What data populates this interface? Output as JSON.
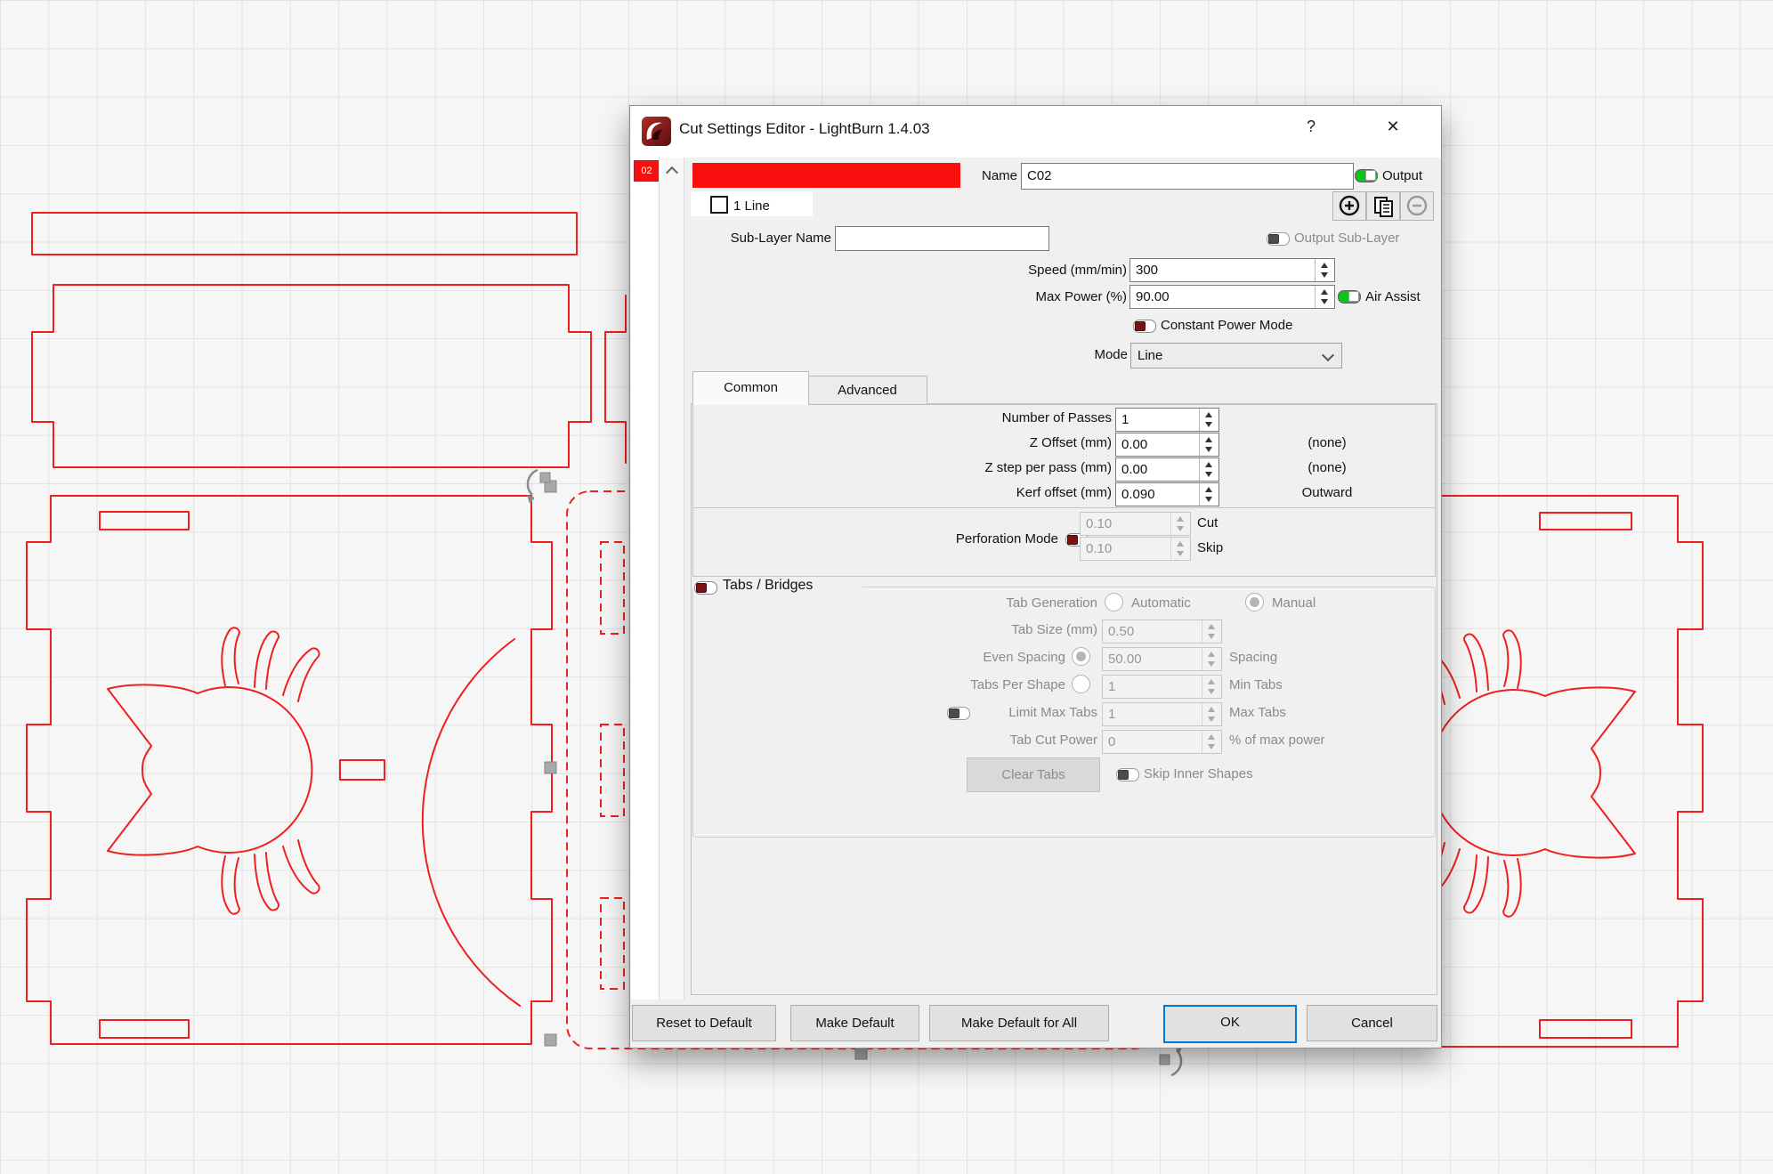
{
  "colors": {
    "layer_red": "#fb0e0e",
    "outline_red": "#f01f1f",
    "toggle_on_green": "#0fc31b",
    "toggle_off_red": "#7a1114",
    "focus_blue": "#0078d7"
  },
  "window": {
    "title": "Cut Settings Editor - LightBurn 1.4.03",
    "help_glyph": "?",
    "close_glyph": "✕"
  },
  "layers": {
    "swatch_label": "02"
  },
  "header": {
    "name_label": "Name",
    "name_value": "C02",
    "output_label": "Output",
    "list_item_label": "1 Line",
    "sublayer_name_label": "Sub-Layer Name",
    "sublayer_name_value": "",
    "output_sublayer_label": "Output Sub-Layer"
  },
  "params": {
    "speed_label": "Speed (mm/min)",
    "speed_value": "300",
    "max_power_label": "Max Power (%)",
    "max_power_value": "90.00",
    "air_assist_label": "Air Assist",
    "constant_power_label": "Constant Power Mode",
    "mode_label": "Mode",
    "mode_value": "Line"
  },
  "tabs": {
    "common": "Common",
    "advanced": "Advanced"
  },
  "cut_options": {
    "passes_label": "Number of Passes",
    "passes_value": "1",
    "z_offset_label": "Z Offset (mm)",
    "z_offset_value": "0.00",
    "z_offset_note": "(none)",
    "z_step_label": "Z step per pass (mm)",
    "z_step_value": "0.00",
    "z_step_note": "(none)",
    "kerf_label": "Kerf offset (mm)",
    "kerf_value": "0.090",
    "kerf_note": "Outward"
  },
  "perforation": {
    "label": "Perforation Mode",
    "cut_value": "0.10",
    "cut_label": "Cut",
    "skip_value": "0.10",
    "skip_label": "Skip"
  },
  "tabs_bridges": {
    "title": "Tabs / Bridges",
    "tab_generation_label": "Tab Generation",
    "automatic_label": "Automatic",
    "manual_label": "Manual",
    "tab_size_label": "Tab Size (mm)",
    "tab_size_value": "0.50",
    "even_spacing_label": "Even Spacing",
    "spacing_value": "50.00",
    "spacing_suffix": "Spacing",
    "tabs_per_shape_label": "Tabs Per Shape",
    "min_tabs_value": "1",
    "min_tabs_suffix": "Min Tabs",
    "limit_max_tabs_label": "Limit Max Tabs",
    "max_tabs_value": "1",
    "max_tabs_suffix": "Max Tabs",
    "tab_cut_power_label": "Tab Cut Power",
    "tab_cut_power_value": "0",
    "tab_cut_power_suffix": "% of max power",
    "clear_tabs_label": "Clear Tabs",
    "skip_inner_label": "Skip Inner Shapes"
  },
  "footer": {
    "reset": "Reset to Default",
    "make_default": "Make Default",
    "make_default_all": "Make Default for All",
    "ok": "OK",
    "cancel": "Cancel"
  }
}
